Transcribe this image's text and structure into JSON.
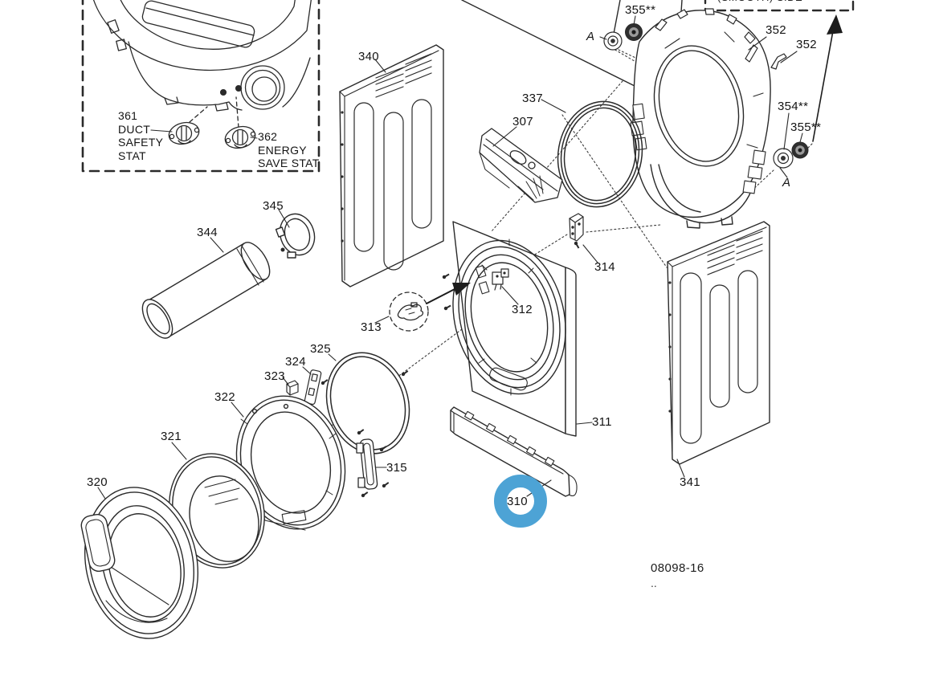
{
  "diagram": {
    "labels": {
      "p307": "307",
      "p310": "310",
      "p311": "311",
      "p312": "312",
      "p313": "313",
      "p314": "314",
      "p315": "315",
      "p320": "320",
      "p321": "321",
      "p322": "322",
      "p323": "323",
      "p324": "324",
      "p325": "325",
      "p337": "337",
      "p340": "340",
      "p341": "341",
      "p344": "344",
      "p345": "345",
      "p352a": "352",
      "p352b": "352",
      "p354": "354**",
      "p355a": "355**",
      "p355b": "355**",
      "refA1": "A",
      "refA2": "A"
    },
    "inset_duct_stat": {
      "num": "361",
      "line1": "DUCT",
      "line2": "SAFETY",
      "line3": "STAT"
    },
    "inset_energy_stat": {
      "num": "362",
      "line1": "ENERGY",
      "line2": "SAVE STAT"
    },
    "top_note_partial": "(SMOOTH) SIDE",
    "footer": {
      "drawing_number": "08098-16",
      "dots": ".."
    },
    "highlight": {
      "color": "#4DA3D5",
      "target_part": "310"
    }
  }
}
